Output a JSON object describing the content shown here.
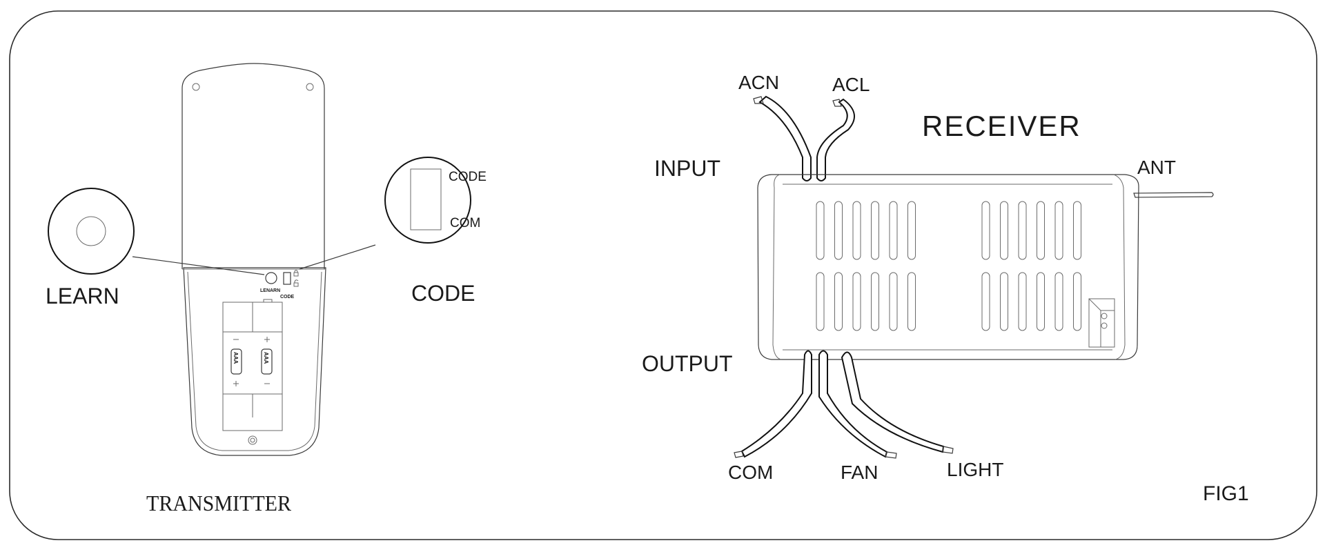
{
  "figure": {
    "figure_label": "FIG1"
  },
  "transmitter": {
    "title": "TRANSMITTER",
    "learn_callout_label": "LEARN",
    "code_callout_label": "CODE",
    "code_callout_positions": [
      "CODE",
      "COM"
    ],
    "small_learn_label": "LENARN",
    "small_code_label": "CODE",
    "battery_labels": [
      "AAA",
      "AAA"
    ],
    "battery_polarity": [
      [
        "-",
        "+"
      ],
      [
        "+",
        "-"
      ]
    ]
  },
  "receiver": {
    "title": "RECEIVER",
    "input_label": "INPUT",
    "output_label": "OUTPUT",
    "antenna_label": "ANT",
    "input_wires": [
      "ACN",
      "ACL"
    ],
    "output_wires": [
      "COM",
      "FAN",
      "LIGHT"
    ],
    "vent_rows": 2,
    "vents_per_group": 6
  }
}
